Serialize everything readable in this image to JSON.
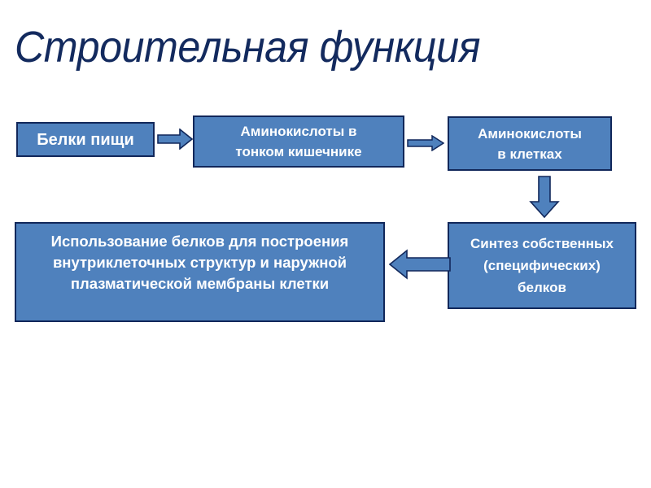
{
  "slide": {
    "title": "Строительная функция",
    "background_color": "#FFFFFF",
    "title_color": "#132A5E",
    "box_fill_color": "#4F81BD",
    "box_border_color": "#11275A",
    "box_text_color": "#FFFFFF",
    "arrow_fill_color": "#4F81BD",
    "arrow_border_color": "#11275A"
  },
  "boxes": [
    {
      "id": "food-proteins",
      "text": "Белки пищи"
    },
    {
      "id": "amino-intestine",
      "text": "Аминокислоты в\nтонком кишечнике"
    },
    {
      "id": "amino-cells",
      "text": "Аминокислоты\nв клетках"
    },
    {
      "id": "synthesis",
      "text": "Синтез собственных\n(специфических)\nбелков"
    },
    {
      "id": "usage",
      "text": "Использование белков для построения\n внутриклеточных структур и наружной\nплазматической мембраны клетки"
    }
  ],
  "arrows": [
    {
      "id": "food-to-intestine",
      "direction": "right"
    },
    {
      "id": "intestine-to-cells",
      "direction": "right"
    },
    {
      "id": "cells-to-synthesis",
      "direction": "down"
    },
    {
      "id": "synthesis-to-usage",
      "direction": "left"
    }
  ]
}
